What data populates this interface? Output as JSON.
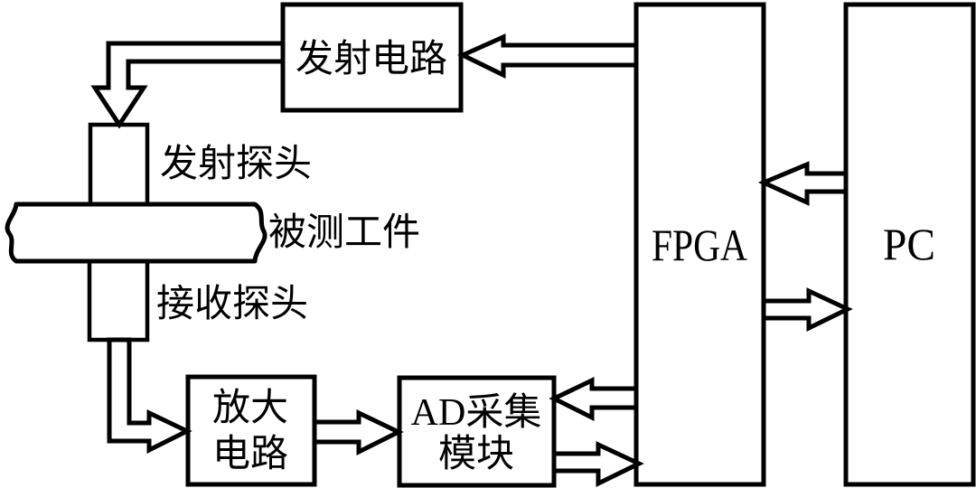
{
  "diagram": {
    "background_color": "#ffffff",
    "line_color": "#000000",
    "boxes": {
      "transmit_circuit": {
        "label": "发射电路"
      },
      "transmit_probe": {
        "label": "发射探头"
      },
      "workpiece": {
        "label": "被测工件"
      },
      "receive_probe": {
        "label": "接收探头"
      },
      "amplifier": {
        "label_line1": "放大",
        "label_line2": "电路"
      },
      "ad_module": {
        "label_line1": "AD采集",
        "label_line2": "模块"
      },
      "fpga": {
        "label": "FPGA"
      },
      "pc": {
        "label": "PC"
      }
    },
    "arrows": [
      {
        "from": "fpga",
        "to": "transmit_circuit",
        "style": "hollow, points left"
      },
      {
        "from": "transmit_circuit",
        "to": "transmit_probe",
        "style": "hollow elbow, points down"
      },
      {
        "from": "receive_probe",
        "to": "amplifier",
        "style": "hollow elbow, points right"
      },
      {
        "from": "amplifier",
        "to": "ad_module",
        "style": "hollow, points right"
      },
      {
        "from": "fpga",
        "to": "ad_module",
        "style": "hollow, points left"
      },
      {
        "from": "ad_module",
        "to": "fpga",
        "style": "hollow, points right"
      },
      {
        "from": "pc",
        "to": "fpga",
        "style": "hollow, points left"
      },
      {
        "from": "fpga",
        "to": "pc",
        "style": "hollow, points right"
      }
    ]
  }
}
